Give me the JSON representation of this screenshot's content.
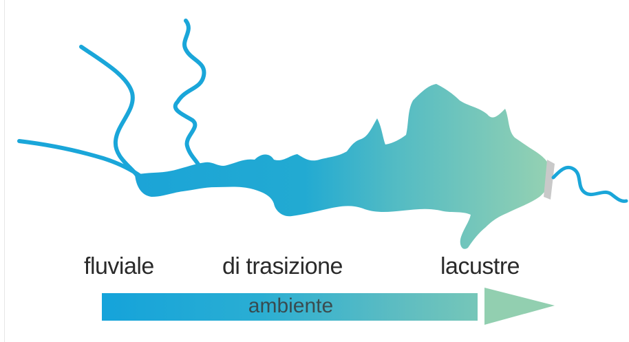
{
  "zones": {
    "fluviale": "fluviale",
    "transizione": "di trasizione",
    "lacustre": "lacustre"
  },
  "axis": {
    "label": "ambiente"
  },
  "colors": {
    "river": "#1aa6d9",
    "transition": "#45b7c6",
    "lake": "#8fcfb4",
    "dam": "#c9c9c9"
  }
}
